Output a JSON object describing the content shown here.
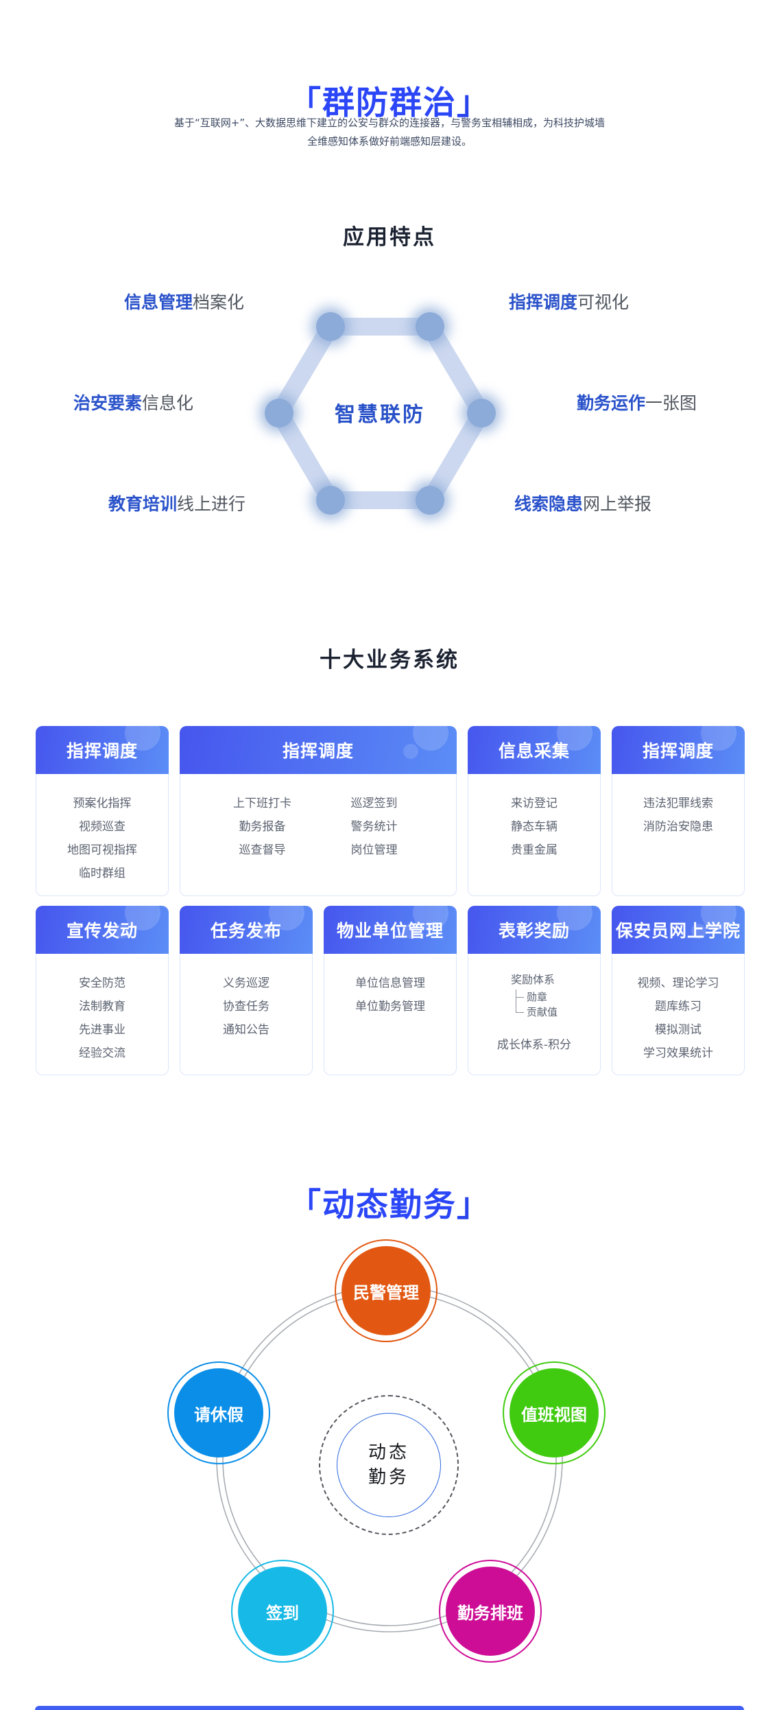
{
  "hero": {
    "title": "「群防群治」",
    "subtitle_line1": "基于“互联网+”、大数据思维下建立的公安与群众的连接器，与警务宝相辅相成，为科技护城墙",
    "subtitle_line2": "全维感知体系做好前端感知层建设。"
  },
  "features": {
    "heading": "应用特点",
    "center_label": "智慧联防",
    "items": [
      {
        "bold": "信息管理",
        "rest": "档案化"
      },
      {
        "bold": "指挥调度",
        "rest": "可视化"
      },
      {
        "bold": "治安要素",
        "rest": "信息化"
      },
      {
        "bold": "勤务运作",
        "rest": "一张图"
      },
      {
        "bold": "教育培训",
        "rest": "线上进行"
      },
      {
        "bold": "线索隐患",
        "rest": "网上举报"
      }
    ]
  },
  "systems": {
    "heading": "十大业务系统",
    "cards": [
      {
        "title": "指挥调度",
        "items": [
          "预案化指挥",
          "视频巡查",
          "地图可视指挥",
          "临时群组"
        ]
      },
      {
        "title": "指挥调度",
        "columns": [
          [
            "上下班打卡",
            "勤务报备",
            "巡查督导"
          ],
          [
            "巡逻签到",
            "警务统计",
            "岗位管理"
          ]
        ]
      },
      {
        "title": "信息采集",
        "items": [
          "来访登记",
          "静态车辆",
          "贵重金属"
        ]
      },
      {
        "title": "指挥调度",
        "items": [
          "违法犯罪线索",
          "消防治安隐患"
        ]
      },
      {
        "title": "宣传发动",
        "items": [
          "安全防范",
          "法制教育",
          "先进事业",
          "经验交流"
        ]
      },
      {
        "title": "任务发布",
        "items": [
          "义务巡逻",
          "协查任务",
          "通知公告"
        ]
      },
      {
        "title": "物业单位管理",
        "items": [
          "单位信息管理",
          "单位勤务管理"
        ]
      },
      {
        "title": "表彰奖励",
        "tree": {
          "root": "奖励体系",
          "children": [
            "勋章",
            "贡献值"
          ],
          "footer": "成长体系-积分"
        }
      },
      {
        "title": "保安员网上学院",
        "items": [
          "视频、理论学习",
          "题库练习",
          "模拟测试",
          "学习效果统计"
        ]
      }
    ]
  },
  "duty": {
    "title": "「动态勤务」",
    "center_line1": "动态",
    "center_line2": "勤务",
    "nodes": [
      {
        "label": "民警管理",
        "color": "#E25812"
      },
      {
        "label": "请休假",
        "color": "#0A8EE8"
      },
      {
        "label": "值班视图",
        "color": "#40CB10"
      },
      {
        "label": "签到",
        "color": "#17B9E6"
      },
      {
        "label": "勤务排班",
        "color": "#CD0D96"
      }
    ]
  },
  "colors": {
    "accent-blue": "#2B46F7",
    "accent-dark": "#152247",
    "heading": "#1A2130",
    "subtitle": "#3C4862",
    "feature-bold": "#2A52CA",
    "feature-rest": "#50565F",
    "hex-band": "#C9D6EE",
    "hex-node": "#8DABD8",
    "hex-center-text": "#2851C8",
    "card-head-from": "#4656EE",
    "card-head-to": "#5B8DF6",
    "card-border": "#DBE5F8",
    "card-item": "#5B6270",
    "ring-gray": "#A8ACB2",
    "dashed": "#53565C",
    "center-ring-blue": "#2C66DD",
    "footer-bar": "#3F5EF2"
  }
}
